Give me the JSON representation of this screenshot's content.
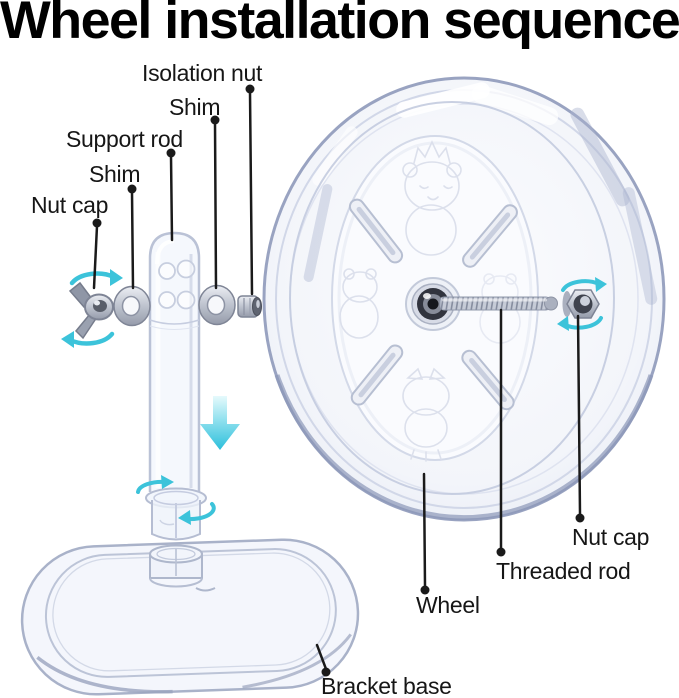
{
  "title": "Wheel installation sequence",
  "labels": {
    "isolation_nut": "Isolation nut",
    "shim_top": "Shim",
    "support_rod": "Support rod",
    "shim_left": "Shim",
    "nut_cap_left": "Nut cap",
    "nut_cap_right": "Nut cap",
    "threaded_rod": "Threaded rod",
    "wheel": "Wheel",
    "bracket_base": "Bracket base"
  },
  "colors": {
    "accent_cyan": "#3cc3da",
    "leader_line": "#1a1a1a",
    "plastic_edge": "#a9b2c9",
    "metal_gray": "#b9bfcd"
  }
}
